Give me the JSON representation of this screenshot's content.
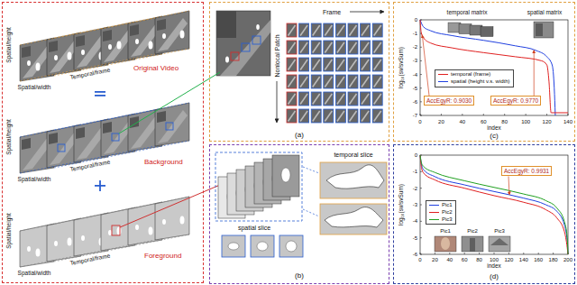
{
  "diagram": {
    "nodes": [
      {
        "text": [
          "Original Video",
          "Background",
          "Foreground"
        ]
      },
      {
        "text": [
          "(a)"
        ]
      },
      {
        "text": [
          "(b)"
        ]
      },
      {
        "text": [
          "(c)"
        ]
      },
      {
        "text": [
          "AccEgyR: 0.9030"
        ],
        "in": 3
      },
      {
        "text": [
          "AccEgyR: 0.9770"
        ],
        "in": 3
      },
      {
        "text": [
          "(d)"
        ]
      },
      {
        "text": [
          "AccEgyR: 0.9931"
        ],
        "in": 6
      }
    ],
    "labels": [
      "Spatial/height",
      "Spatial/width",
      "Temporal/frame",
      "Spatial/height",
      "Spatial/width",
      "Temporal/frame",
      "Spatial/height",
      "Spatial/width",
      "Temporal/frame",
      "Frame",
      "Nonlocal Patch",
      "temporal slice",
      "spatial slice",
      "temporal matrix",
      "spatial matrix",
      "log₁₀(sv/svSum)",
      "index",
      "0",
      "20",
      "40",
      "60",
      "80",
      "100",
      "120",
      "140",
      "0",
      "-1",
      "-2",
      "-3",
      "-4",
      "-5",
      "-6",
      "-7",
      "log₁₀(sv/svSum)",
      "index",
      "0",
      "20",
      "40",
      "60",
      "80",
      "100",
      "120",
      "140",
      "160",
      "180",
      "200",
      "0",
      "-1",
      "-2",
      "-3",
      "-4",
      "-5",
      "-6",
      "Pic1",
      "Pic2",
      "Pic3"
    ],
    "legend": [
      {
        "text": "temporal (frame)"
      },
      {
        "text": "spatial (height v.s. width)"
      },
      {
        "text": "Pic1"
      },
      {
        "text": "Pic2"
      },
      {
        "text": "Pic3"
      }
    ]
  }
}
